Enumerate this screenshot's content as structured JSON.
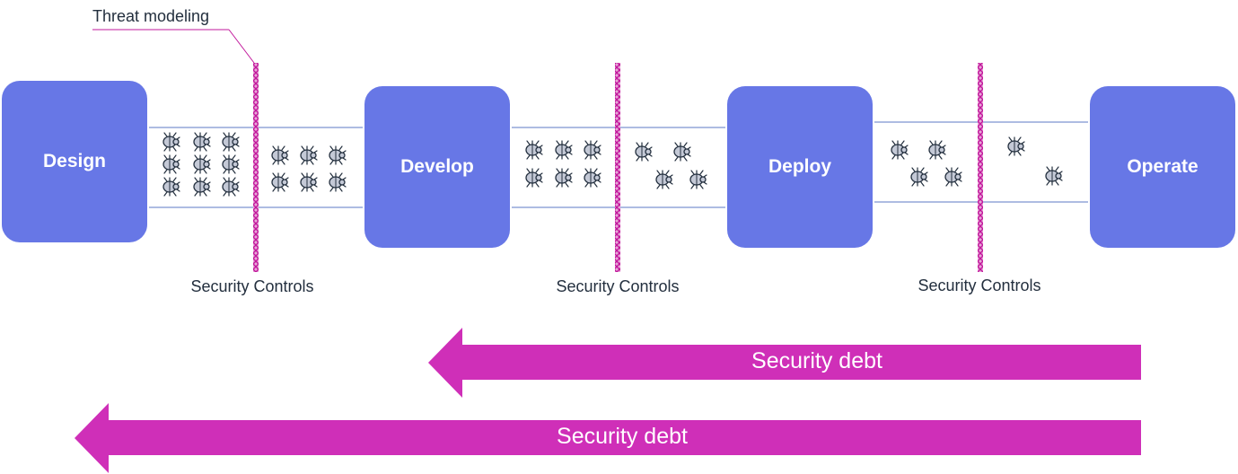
{
  "stages": [
    {
      "id": "design",
      "label": "Design"
    },
    {
      "id": "develop",
      "label": "Develop"
    },
    {
      "id": "deploy",
      "label": "Deploy"
    },
    {
      "id": "operate",
      "label": "Operate"
    }
  ],
  "threat_modeling_label": "Threat modeling",
  "security_controls": [
    {
      "label": "Security Controls"
    },
    {
      "label": "Security Controls"
    },
    {
      "label": "Security Controls"
    }
  ],
  "security_debt": [
    {
      "label": "Security debt"
    },
    {
      "label": "Security debt"
    }
  ],
  "colors": {
    "stage_fill": "#6777e6",
    "stage_text": "#ffffff",
    "control_barrier": "#c2189c",
    "debt_arrow": "#cf2fb8",
    "pipe_line": "#93a5d9",
    "bug_fill": "#c4c9d6",
    "bug_stroke": "#232f3e",
    "label_text": "#232f3e"
  },
  "icons": {
    "bug": "bug-icon"
  }
}
